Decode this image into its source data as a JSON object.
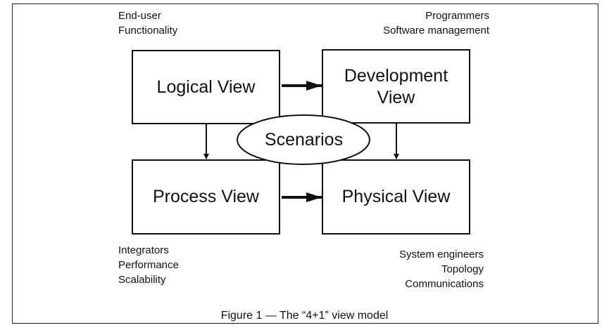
{
  "diagram": {
    "boxes": {
      "logical": [
        "Logical View"
      ],
      "development": [
        "Development",
        "View"
      ],
      "process": [
        "Process View"
      ],
      "physical": [
        "Physical View"
      ]
    },
    "center": "Scenarios",
    "notes": {
      "top_left": [
        "End-user",
        "Functionality"
      ],
      "top_right": [
        "Programmers",
        "Software management"
      ],
      "bottom_left": [
        "Integrators",
        "Performance",
        "Scalability"
      ],
      "bottom_right": [
        "System engineers",
        "Topology",
        "Communications"
      ]
    },
    "caption": "Figure 1 — The “4+1” view model"
  }
}
